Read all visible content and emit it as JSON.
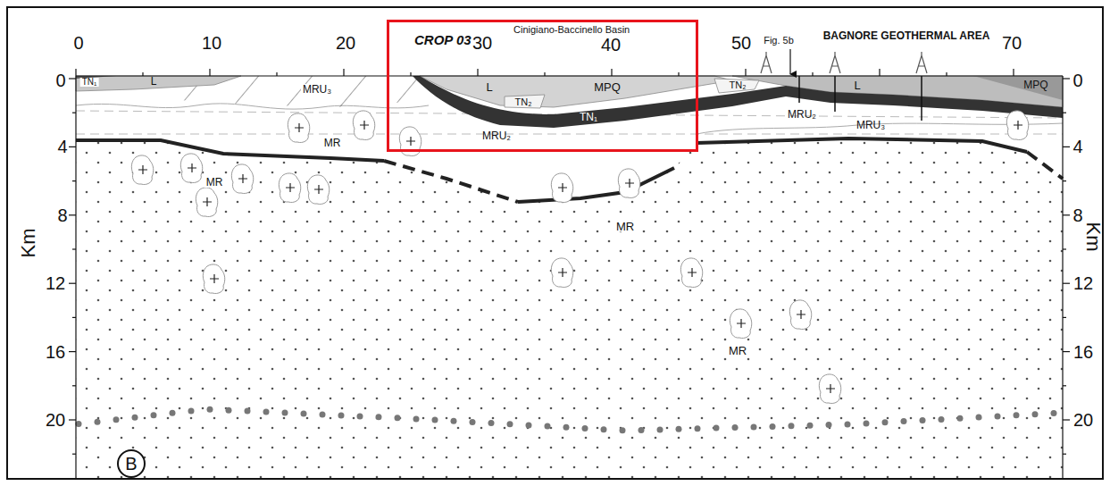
{
  "diagram": {
    "nodes": [
      {
        "text": [
          "CROP 03",
          "Cinigiano-Baccinello Basin"
        ]
      },
      {
        "text": [
          "B"
        ]
      }
    ],
    "labels": [
      "0",
      "10",
      "20",
      "30",
      "40",
      "50",
      "70",
      "0",
      "4",
      "8",
      "12",
      "16",
      "20",
      "0",
      "4",
      "8",
      "12",
      "16",
      "20",
      "Km",
      "Km",
      "TN₁",
      "L",
      "MRU₃",
      "MR",
      "MR",
      "L",
      "TN₂",
      "MPQ",
      "TN₁",
      "MRU₂",
      "TN₂",
      "MRU₂",
      "L",
      "MRU₃",
      "MPQ",
      "MR",
      "MR",
      "Fig. 5b",
      "BAGNORE GEOTHERMAL AREA"
    ]
  }
}
